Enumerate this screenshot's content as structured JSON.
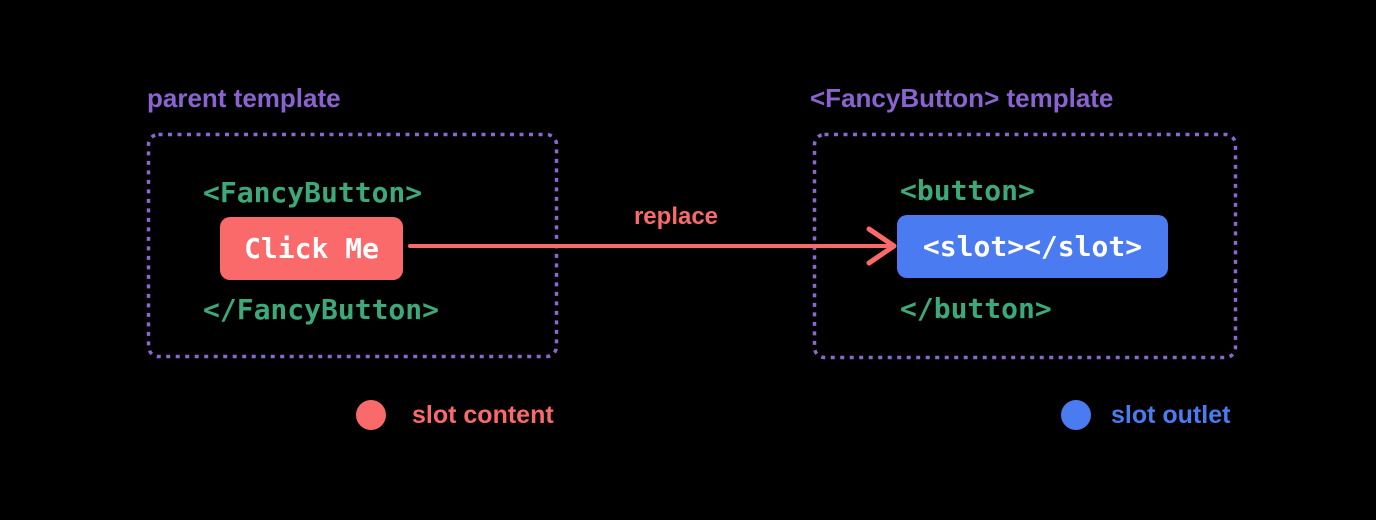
{
  "parent_template": {
    "label": "parent template",
    "open_tag": "<FancyButton>",
    "button_label": "Click Me",
    "close_tag": "</FancyButton>"
  },
  "fancy_button_template": {
    "label": "<FancyButton> template",
    "open_tag": "<button>",
    "slot_code": "<slot></slot>",
    "close_tag": "</button>"
  },
  "arrow": {
    "label": "replace"
  },
  "legend": {
    "slot_content": {
      "label": "slot content",
      "color": "#fa6a6a"
    },
    "slot_outlet": {
      "label": "slot outlet",
      "color": "#4b7bf0"
    }
  },
  "colors": {
    "background": "#000000",
    "purple_label": "#8a63d0",
    "purple_border": "#8b68d0",
    "green_code": "#3da978",
    "red_accent": "#fa6a6a",
    "blue_accent": "#4b7bf0",
    "code_text_on_chip": "#ffffff"
  }
}
